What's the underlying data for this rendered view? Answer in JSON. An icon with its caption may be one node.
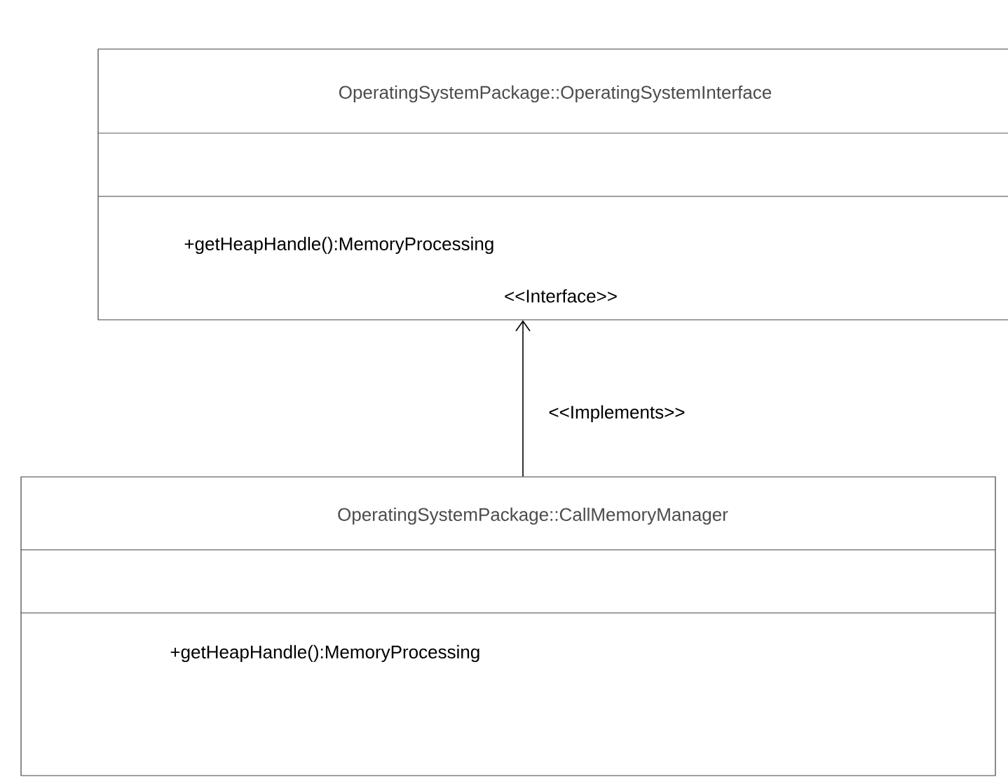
{
  "diagram": {
    "nodes": [
      {
        "text": [
          "OperatingSystemPackage::OperatingSystemInterface",
          "+getHeapHandle():MemoryProcessing",
          "<<Interface>>"
        ]
      },
      {
        "text": [
          "OperatingSystemPackage::CallMemoryManager",
          "+getHeapHandle():MemoryProcessing"
        ]
      }
    ],
    "edges": [
      {
        "from": 1,
        "to": 0,
        "arrow": "to",
        "label": "<<Implements>>"
      }
    ]
  }
}
